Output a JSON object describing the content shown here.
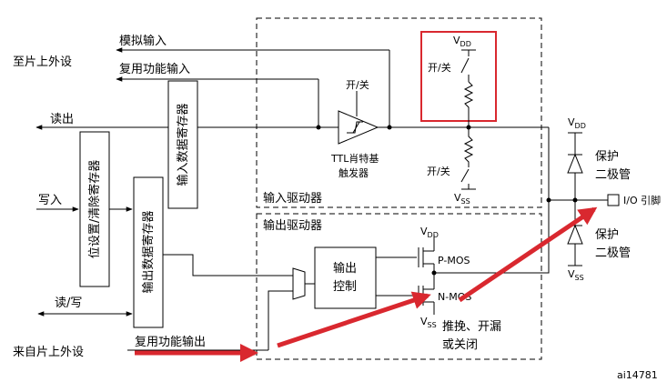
{
  "labels": {
    "from_onchip_to_periph": "至片上外设",
    "analog_input": "模拟输入",
    "alt_func_input": "复用功能输入",
    "read_out": "读出",
    "write_in": "写入",
    "read_write": "读/写",
    "from_onchip_periph": "来自片上外设",
    "alt_func_output": "复用功能输出",
    "input_data_register": "输入数据寄存器",
    "bit_set_reset_register": "位设置/清除寄存器",
    "output_data_register": "输出数据寄存器",
    "on_off_top": "开/关",
    "on_off_upper": "开/关",
    "on_off_lower": "开/关",
    "ttl_schmitt_line1": "TTL肖特基",
    "ttl_schmitt_line2": "触发器",
    "input_driver": "输入驱动器",
    "output_driver": "输出驱动器",
    "output_control_line1": "输出",
    "output_control_line2": "控制",
    "vdd": "V",
    "vdd_sub": "DD",
    "vss": "V",
    "vss_sub": "SS",
    "p_mos": "P-MOS",
    "n_mos": "N-MOS",
    "push_pull_line1": "推挽、开漏",
    "push_pull_line2": "或关闭",
    "protect_diode_upper_line1": "保护",
    "protect_diode_upper_line2": "二极管",
    "protect_diode_lower_line1": "保护",
    "protect_diode_lower_line2": "二极管",
    "io_pin": "I/O 引脚",
    "figure_id": "ai14781"
  },
  "colors": {
    "highlight": "#d9282f",
    "line": "#000000",
    "background": "#ffffff"
  }
}
